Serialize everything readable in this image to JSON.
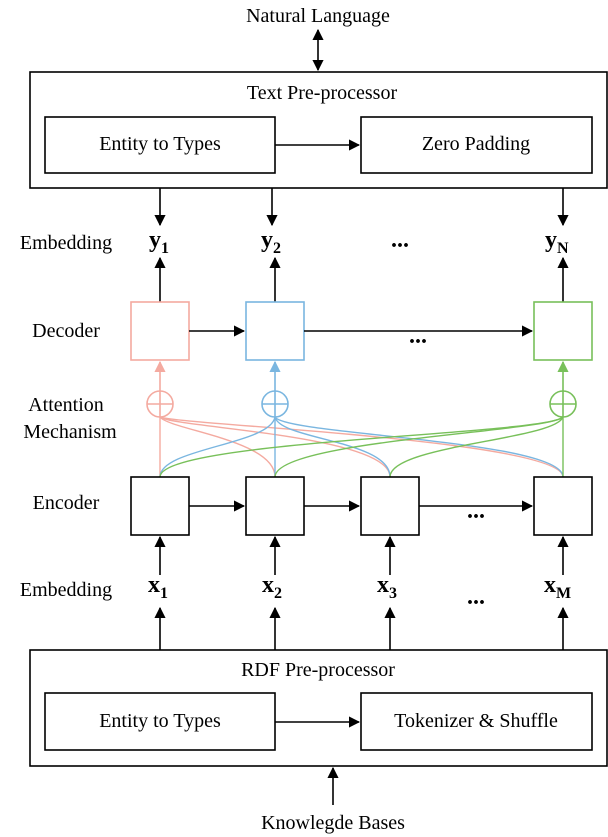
{
  "top_label": "Natural Language",
  "bottom_label": "Knowlegde Bases",
  "text_preprocessor": {
    "title": "Text Pre-processor",
    "step1": "Entity to Types",
    "step2": "Zero Padding"
  },
  "rdf_preprocessor": {
    "title": "RDF Pre-processor",
    "step1": "Entity to Types",
    "step2": "Tokenizer & Shuffle"
  },
  "row_labels": {
    "embedding_top": "Embedding",
    "decoder": "Decoder",
    "attention_line1": "Attention",
    "attention_line2": "Mechanism",
    "encoder": "Encoder",
    "embedding_bottom": "Embedding"
  },
  "output_tokens": [
    {
      "base": "y",
      "sub": "1"
    },
    {
      "base": "y",
      "sub": "2"
    },
    {
      "base": "y",
      "sub": "N"
    }
  ],
  "input_tokens": [
    {
      "base": "x",
      "sub": "1"
    },
    {
      "base": "x",
      "sub": "2"
    },
    {
      "base": "x",
      "sub": "3"
    },
    {
      "base": "x",
      "sub": "M"
    }
  ],
  "ellipsis": "...",
  "colors": {
    "decoder_1": "#f4aaa0",
    "decoder_2": "#7ab6e0",
    "decoder_n": "#78c05a",
    "ink": "#000000"
  }
}
